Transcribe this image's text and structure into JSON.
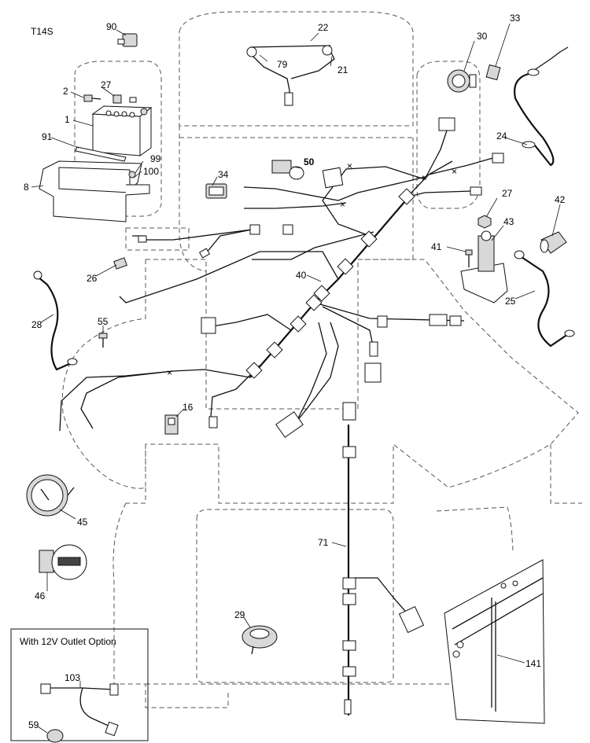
{
  "diagram_id": "T14S",
  "option_box_title": "With 12V Outlet Option",
  "callouts": {
    "p90": "90",
    "p22": "22",
    "p79": "79",
    "p21": "21",
    "p30": "30",
    "p33": "33",
    "p2": "2",
    "p27a": "27",
    "p1": "1",
    "p91": "91",
    "p99": "99",
    "p100": "100",
    "p8": "8",
    "p34": "34",
    "p50": "50",
    "p24": "24",
    "p27b": "27",
    "p42": "42",
    "p43": "43",
    "p41": "41",
    "p26": "26",
    "p40": "40",
    "p25": "25",
    "p28": "28",
    "p55": "55",
    "p16": "16",
    "p45": "45",
    "p71": "71",
    "p46": "46",
    "p29": "29",
    "p141": "141",
    "p103": "103",
    "p59": "59"
  }
}
